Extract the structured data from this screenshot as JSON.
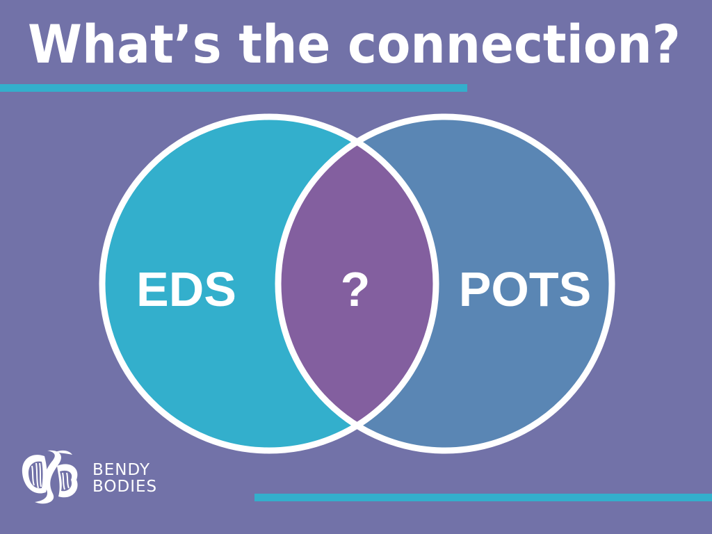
{
  "header": {
    "title": "What’s the connection?"
  },
  "colors": {
    "background": "#7272a8",
    "accent_bar": "#33afcc",
    "eds_circle": "#33afcc",
    "pots_circle": "#5a86b4",
    "overlap": "#835f9f",
    "stroke": "#ffffff",
    "text": "#ffffff"
  },
  "venn": {
    "left": {
      "label": "EDS"
    },
    "overlap": {
      "label": "?"
    },
    "right": {
      "label": "POTS"
    }
  },
  "brand": {
    "line1": "BENDY",
    "line2": "BODIES",
    "logo_icon": "bendy-bodies-logo-icon"
  }
}
